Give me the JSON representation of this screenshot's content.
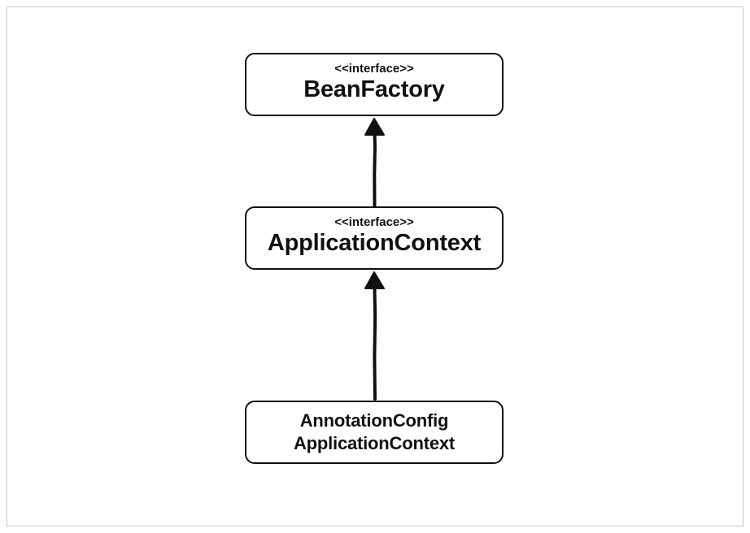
{
  "diagram": {
    "nodes": [
      {
        "id": "beanfactory",
        "stereotype": "<<interface>>",
        "name": "BeanFactory"
      },
      {
        "id": "applicationcontext",
        "stereotype": "<<interface>>",
        "name": "ApplicationContext"
      },
      {
        "id": "annotationconfigapplicationcontext",
        "name_line_1": "AnnotationConfig",
        "name_line_2": "ApplicationContext"
      }
    ],
    "edges": [
      {
        "from": "applicationcontext",
        "to": "beanfactory",
        "type": "inheritance-arrow"
      },
      {
        "from": "annotationconfigapplicationcontext",
        "to": "applicationcontext",
        "type": "inheritance-arrow"
      }
    ],
    "colors": {
      "stroke": "#111111",
      "background": "#ffffff",
      "frame": "#c7c7c7"
    }
  }
}
